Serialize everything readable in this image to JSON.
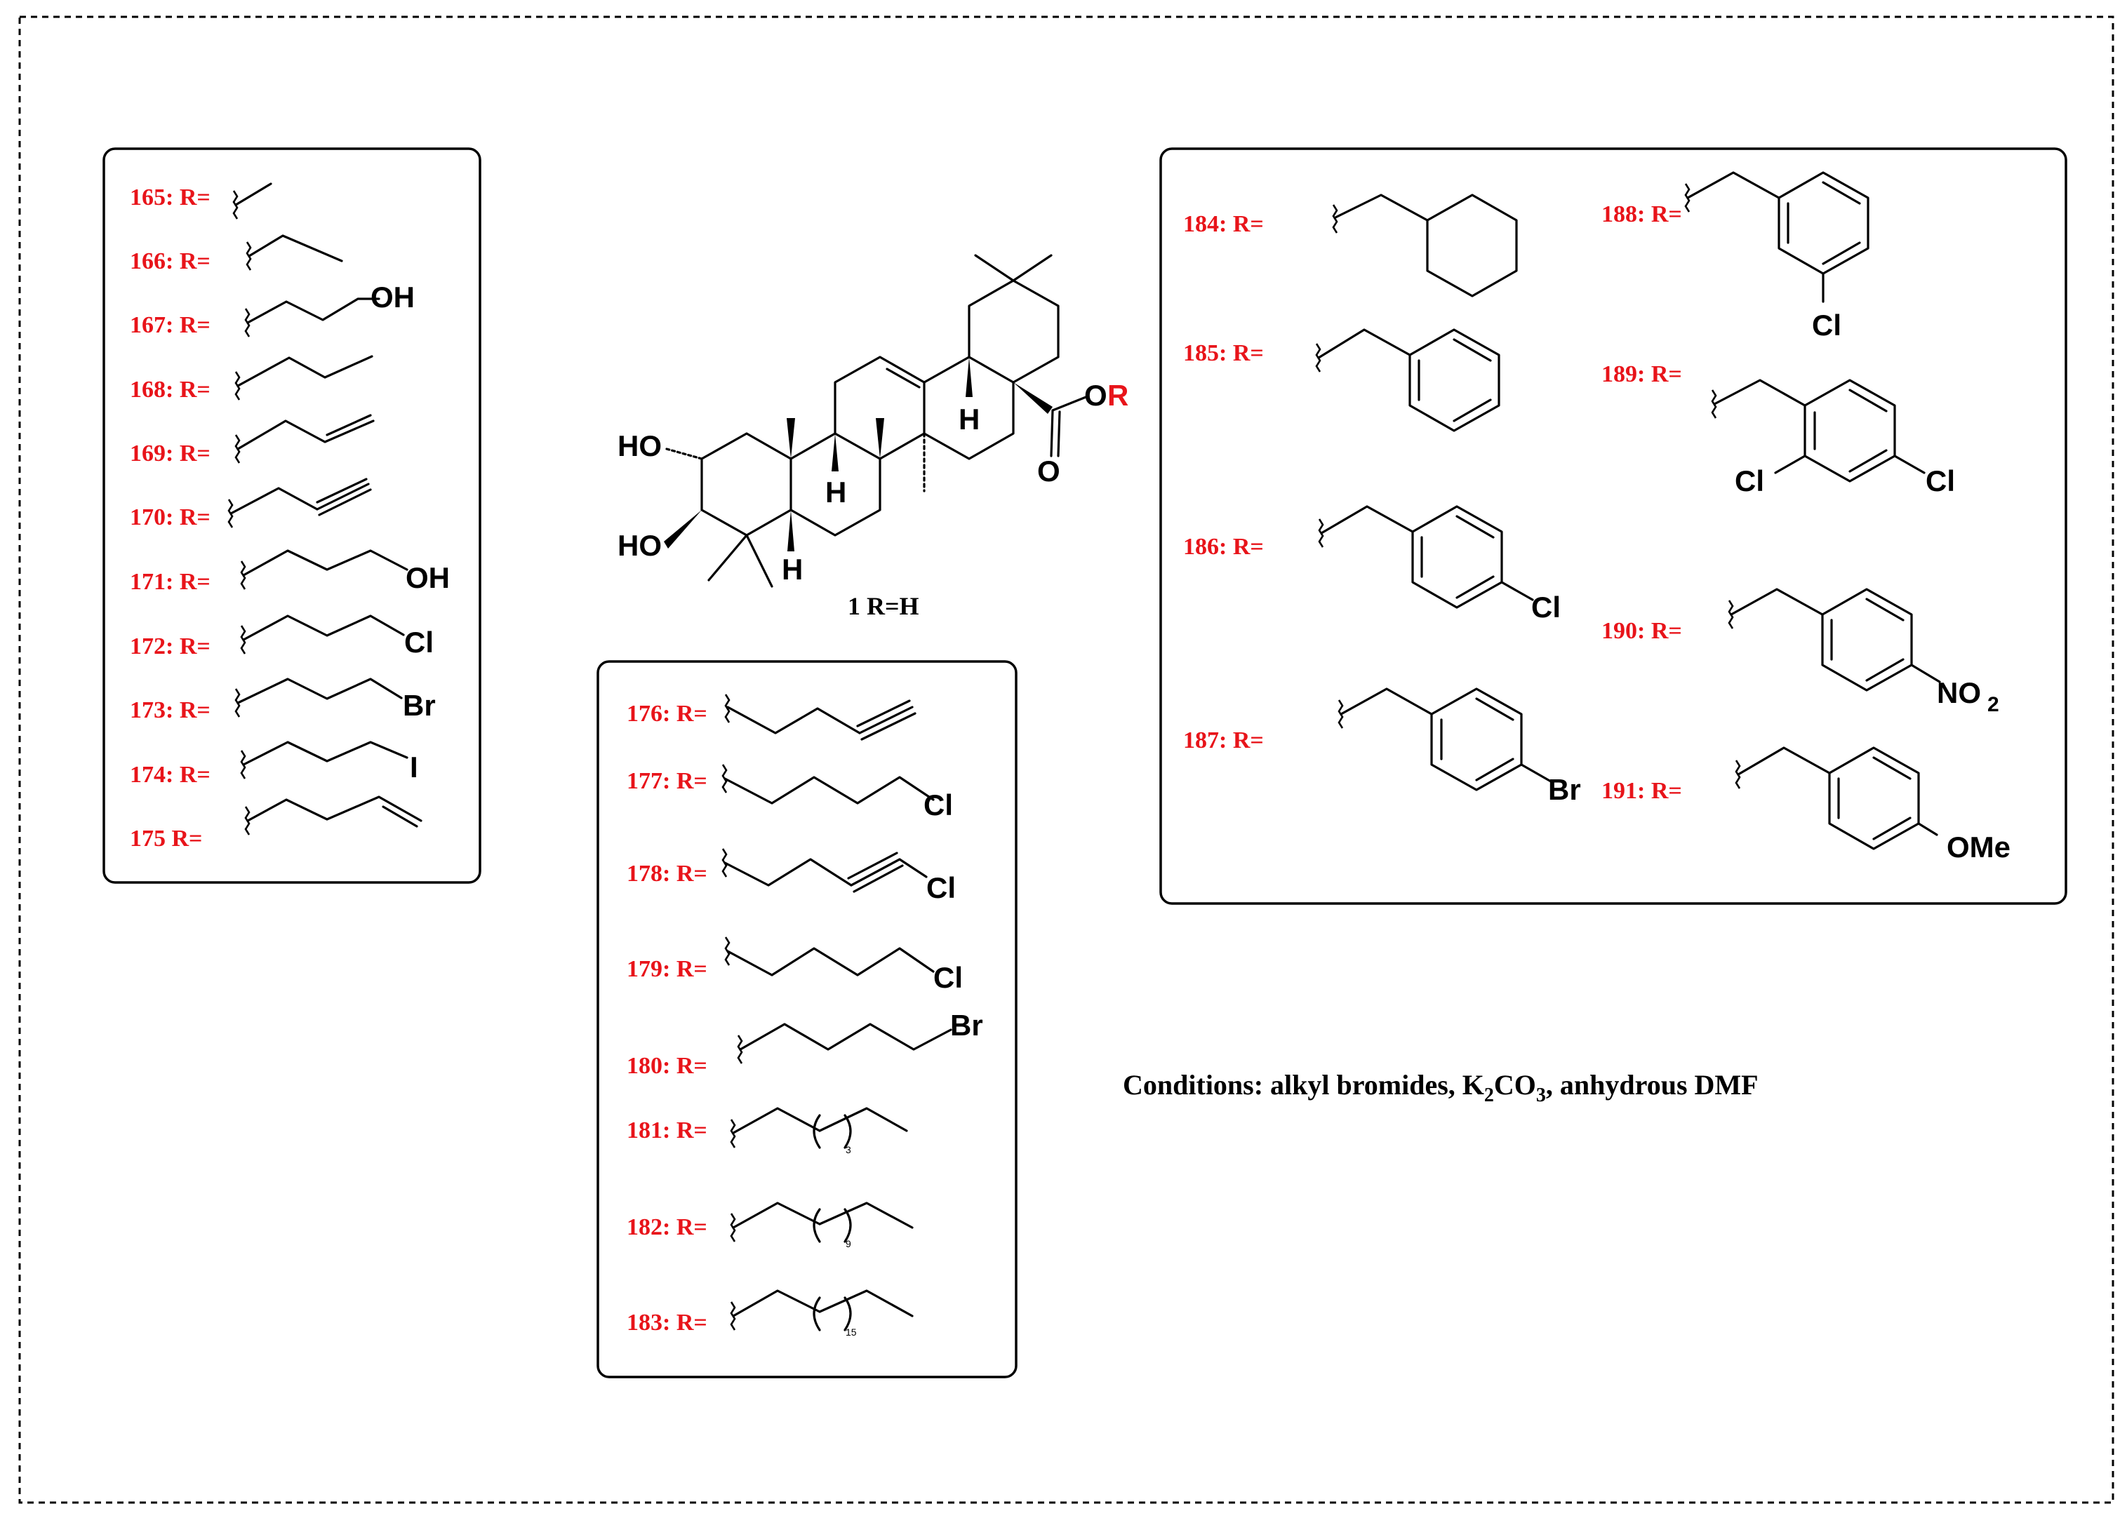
{
  "colors": {
    "label": "#e8141a",
    "line": "#000000",
    "border": "#000000"
  },
  "main_compound": {
    "caption": "1  R=H",
    "ho_top": "HO",
    "ho_bottom": "HO",
    "ester_o": "O",
    "ester_r": "R",
    "carbonyl_o": "O",
    "h_labels": [
      "H",
      "H",
      "H"
    ]
  },
  "left_box": {
    "labels": [
      "165: R=",
      "166: R=",
      "167: R=",
      "168: R=",
      "169: R=",
      "170: R=",
      "171: R=",
      "172: R=",
      "173: R=",
      "174: R=",
      "175 R="
    ],
    "atoms": {
      "oh1": "OH",
      "oh2": "OH",
      "cl": "Cl",
      "br": "Br",
      "i": "I"
    }
  },
  "middle_box": {
    "labels": [
      "176: R=",
      "177: R=",
      "178: R=",
      "179: R=",
      "180: R=",
      "181: R=",
      "182: R=",
      "183: R="
    ],
    "atoms": {
      "cl177": "Cl",
      "cl178": "Cl",
      "cl179": "Cl",
      "br180": "Br"
    },
    "subscripts": [
      "3",
      "9",
      "15"
    ]
  },
  "right_box": {
    "labels": [
      "184: R=",
      "185: R=",
      "186: R=",
      "187: R=",
      "188: R=",
      "189: R=",
      "190: R=",
      "191: R="
    ],
    "atoms": {
      "cl186": "Cl",
      "br187": "Br",
      "cl188": "Cl",
      "cl189a": "Cl",
      "cl189b": "Cl",
      "no2": "NO",
      "no2_sub": "2",
      "ome": "OMe"
    }
  },
  "conditions": {
    "prefix": "Conditions: alkyl bromides, K",
    "sub1": "2",
    "mid": "CO",
    "sub2": "3",
    "suffix": ", anhydrous DMF"
  }
}
